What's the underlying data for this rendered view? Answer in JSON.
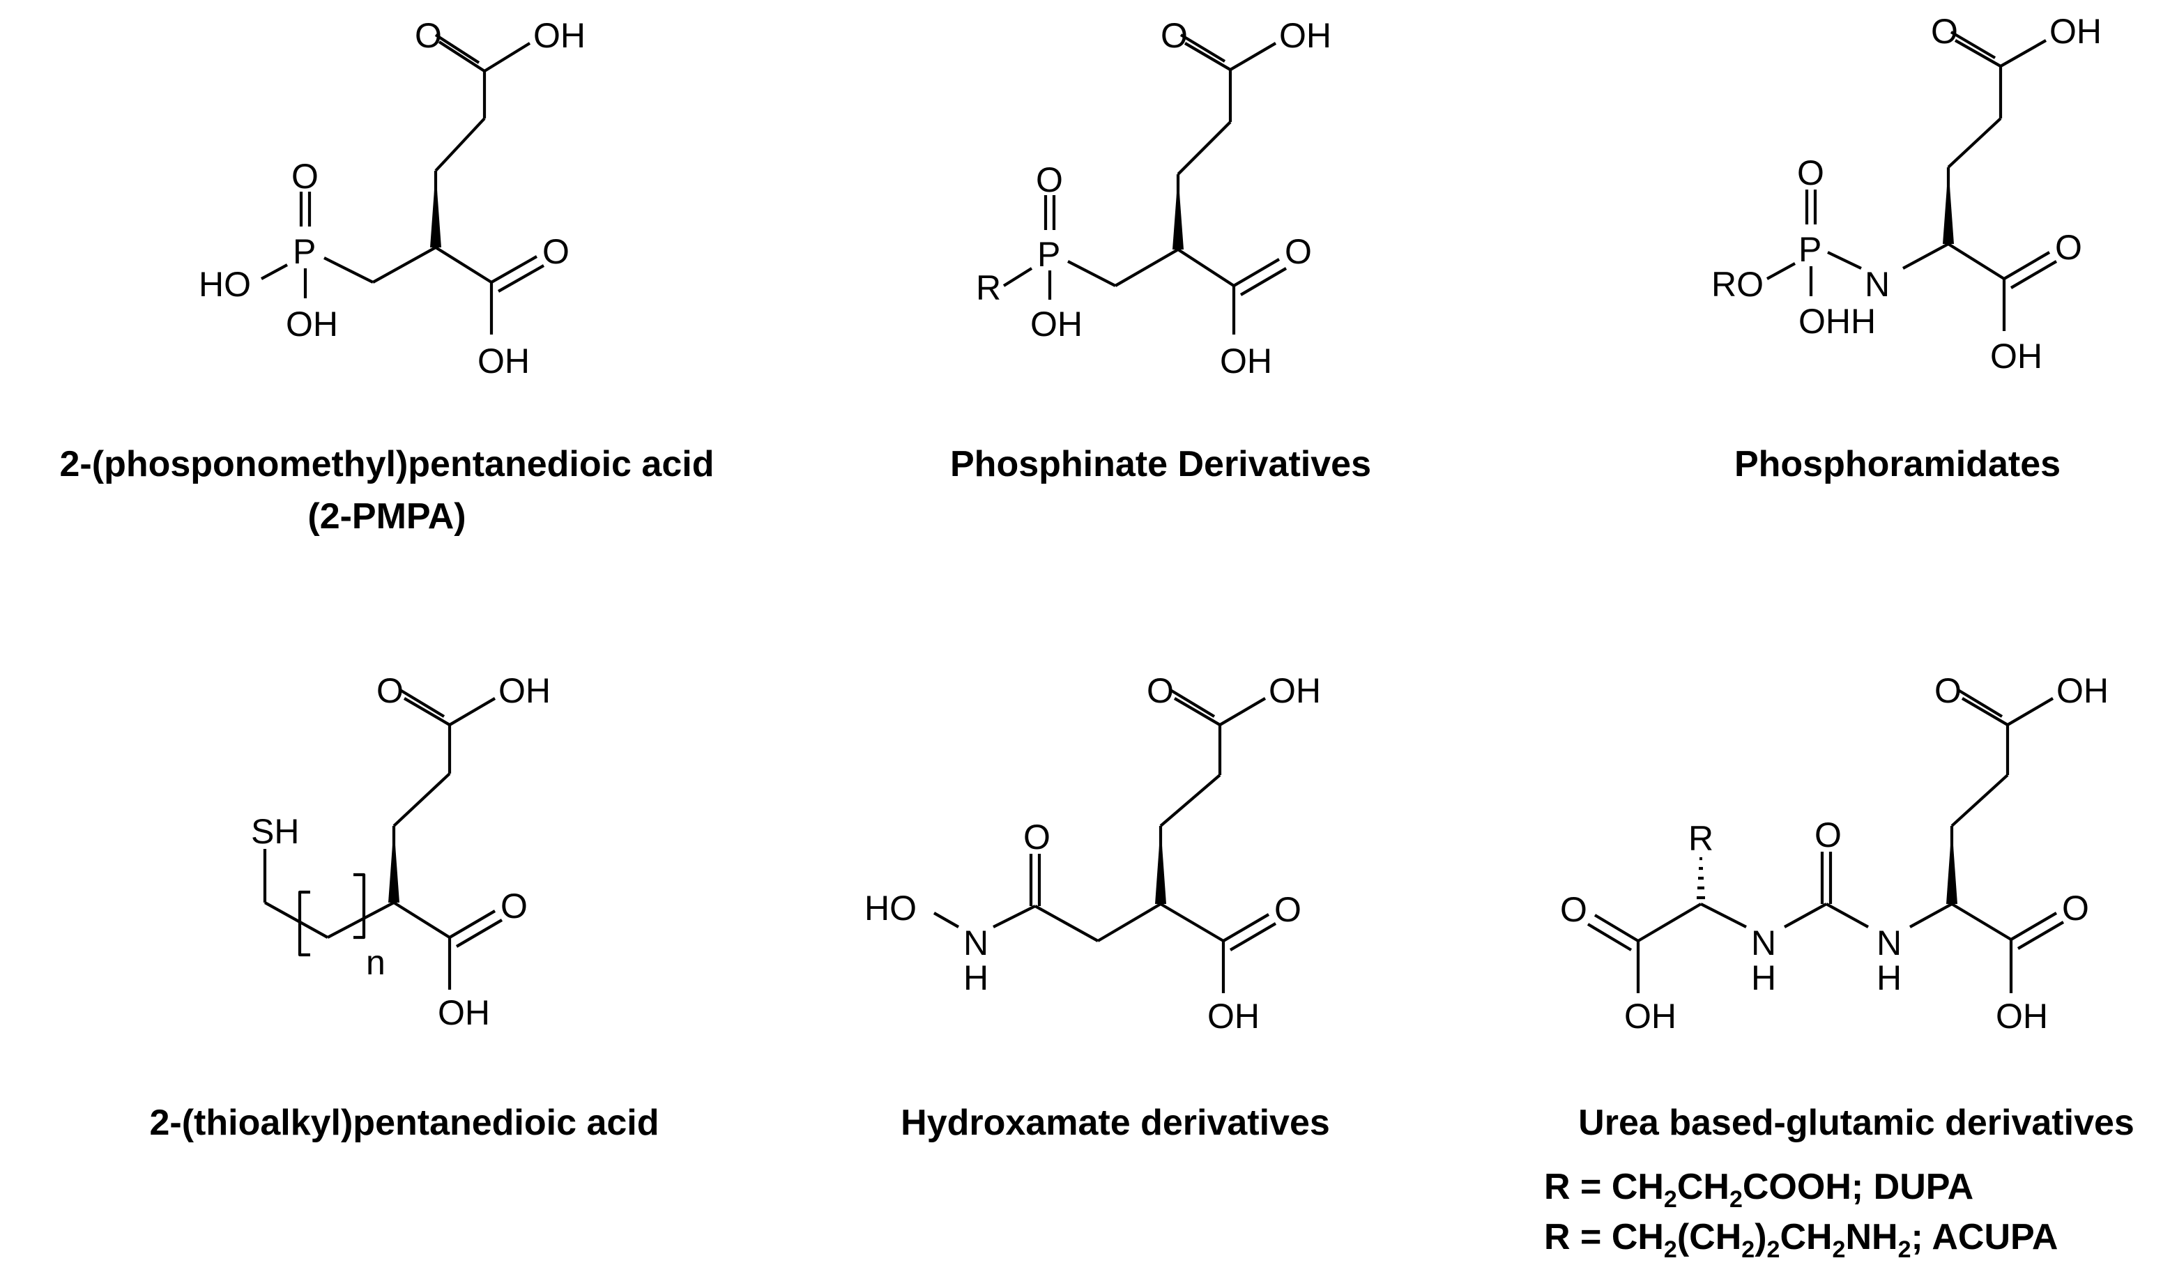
{
  "compounds": [
    {
      "caption": "2-(phosponomethyl)pentanedioic acid",
      "caption2": "(2-PMPA)"
    },
    {
      "caption": "Phosphinate Derivatives"
    },
    {
      "caption": "Phosphoramidates"
    },
    {
      "caption": "2-(thioalkyl)pentanedioic acid"
    },
    {
      "caption": "Hydroxamate derivatives"
    },
    {
      "caption": "Urea based-glutamic derivatives",
      "r1_prefix": "R = CH",
      "r1_mid": "CH",
      "r1_end": "COOH;  DUPA",
      "r2_prefix": "R = CH",
      "r2_mid1": "(CH",
      "r2_mid2": ")",
      "r2_mid3": "CH",
      "r2_mid4": "NH",
      "r2_end": ";  ACUPA",
      "sub2": "2"
    }
  ],
  "atoms": {
    "O": "O",
    "OH": "OH",
    "HO": "HO",
    "P": "P",
    "R": "R",
    "RO": "RO",
    "N": "N",
    "H": "H",
    "SH": "SH",
    "n": "n",
    "OHH": "OHH"
  }
}
